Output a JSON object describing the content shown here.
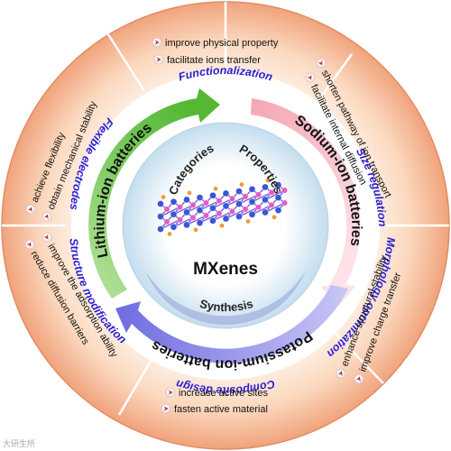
{
  "center": {
    "title": "MXenes"
  },
  "inner_ring": {
    "categories": "Categories",
    "properties": "Properties",
    "synthesis": "Synthesis"
  },
  "batteries": {
    "lithium": "Lithium-ion batteries",
    "sodium": "Sodium-ion batteries",
    "potassium": "Potassium-ion batteries"
  },
  "strategies": {
    "functionalization": {
      "label": "Functionalization",
      "points": [
        "improve physical property",
        "facilitate ions transfer"
      ]
    },
    "size_regulation": {
      "label": "Size regulation",
      "points": [
        "shorten pathway of ion transport",
        "facilitate internal diffusion"
      ]
    },
    "morphology": {
      "label": "Morphology optimization",
      "points": [
        "enhance structural stability",
        "improve charge transfer"
      ]
    },
    "composite": {
      "label": "Composite design",
      "points": [
        "increase active sites",
        "fasten active material"
      ]
    },
    "structure": {
      "label": "Structure modification",
      "points": [
        "improve the adsorption ability",
        "reduce diffusion barriers"
      ]
    },
    "flexible": {
      "label": "Flexible electrodes",
      "points": [
        "achieve flexibility",
        "obtain mechanical stability"
      ]
    }
  },
  "watermark": "大研生所",
  "colors": {
    "outer_ring_light": "#fde8d6",
    "outer_ring_dark": "#f2b08a",
    "label_blue": "#2a1ed6",
    "lithium_arrow": "#5cbf3d",
    "sodium_arrow": "#f6b8c2",
    "potassium_arrow": "#8a86e8",
    "bullet_red": "#d81f26",
    "center_bg": "#ffffff"
  }
}
